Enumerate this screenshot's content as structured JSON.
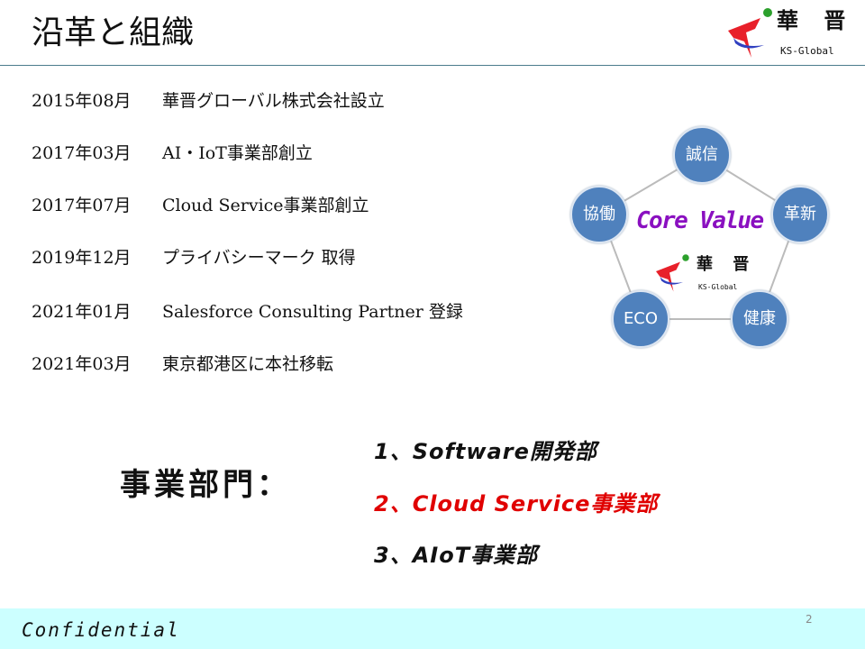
{
  "header": {
    "title": "沿革と組織",
    "logo_kanji": "華 晋",
    "logo_en": "KS-Global"
  },
  "history": [
    {
      "date": "2015年08月",
      "event": "華晋グローバル株式会社設立"
    },
    {
      "date": "2017年03月",
      "event": "AI・IoT事業部創立"
    },
    {
      "date": "2017年07月",
      "event": "Cloud Service事業部創立"
    },
    {
      "date": "2019年12月",
      "event": "プライバシーマーク 取得"
    },
    {
      "date": "2021年01月",
      "event": "Salesforce Consulting Partner 登録"
    },
    {
      "date": "2021年03月",
      "event": "東京都港区に本社移転"
    }
  ],
  "core_value": {
    "title": "Core Value",
    "values": [
      "誠信",
      "革新",
      "健康",
      "ECO",
      "協働"
    ],
    "logo_kanji": "華 晋",
    "logo_en": "KS-Global",
    "node_color": "#4f81bd"
  },
  "departments": {
    "label": "事業部門：",
    "items": [
      {
        "text": "1、Software開発部",
        "color": "#111111"
      },
      {
        "text": "2、Cloud Service事業部",
        "color": "#e00000"
      },
      {
        "text": "3、AIoT事業部",
        "color": "#111111"
      }
    ]
  },
  "footer": {
    "confidential": "Confidential",
    "page_number": "2"
  }
}
